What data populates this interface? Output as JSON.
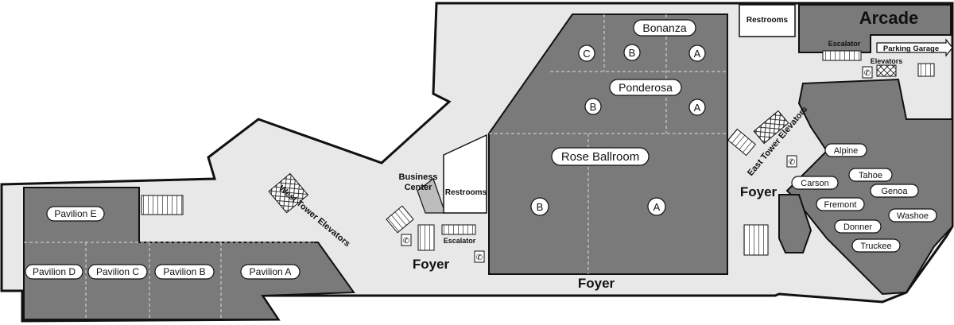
{
  "colors": {
    "floor": "#e8e8e8",
    "room": "#7a7a7a",
    "outline": "#111111",
    "label_bg": "#ffffff"
  },
  "areas": {
    "arcade": "Arcade",
    "restrooms_top": "Restrooms",
    "restrooms_mid": "Restrooms",
    "escalator_top": "Escalator",
    "escalator_mid": "Escalator",
    "parking_garage": "Parking Garage",
    "elevators": "Elevators",
    "business_center_line1": "Business",
    "business_center_line2": "Center",
    "west_tower_elevators": "West Tower Elevators",
    "east_tower_elevators": "East Tower Elevators",
    "foyer_east": "Foyer",
    "foyer_mid": "Foyer",
    "foyer_bottom": "Foyer"
  },
  "rooms": {
    "bonanza": "Bonanza",
    "ponderosa": "Ponderosa",
    "rose_ballroom": "Rose Ballroom",
    "pavilion_e": "Pavilion E",
    "pavilion_d": "Pavilion D",
    "pavilion_c": "Pavilion C",
    "pavilion_b": "Pavilion B",
    "pavilion_a": "Pavilion A",
    "alpine": "Alpine",
    "tahoe": "Tahoe",
    "genoa": "Genoa",
    "carson": "Carson",
    "fremont": "Fremont",
    "washoe": "Washoe",
    "donner": "Donner",
    "truckee": "Truckee"
  },
  "sections": {
    "bonanza_c": "C",
    "bonanza_b": "B",
    "bonanza_a": "A",
    "ponderosa_b": "B",
    "ponderosa_a": "A",
    "rose_b": "B",
    "rose_a": "A"
  },
  "icons": [
    "phone-icon",
    "elevator-icon",
    "escalator-icon",
    "stairs-icon",
    "arrow-right-icon"
  ]
}
